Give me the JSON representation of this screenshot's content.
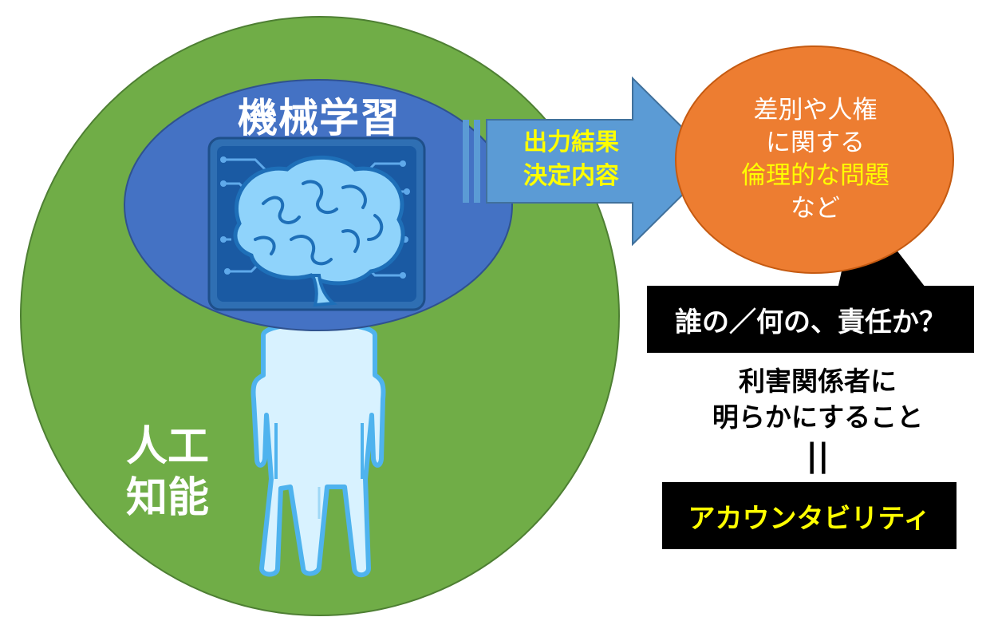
{
  "diagram": {
    "ml_title": "機械学習",
    "ai_label_line1": "人工",
    "ai_label_line2": "知能",
    "arrow_label_line1": "出力結果",
    "arrow_label_line2": "決定内容",
    "ethics_line1": "差別や人権",
    "ethics_line2": "に関する",
    "ethics_line3": "倫理的な問題",
    "ethics_line4": "など",
    "responsibility_question": "誰の／何の、責任か？",
    "stakeholder_line1": "利害関係者に",
    "stakeholder_line2": "明らかにすること",
    "equals_sign": "||",
    "accountability": "アカウンタビリティ"
  },
  "colors": {
    "ai_circle": "#70ad47",
    "ml_ellipse": "#4472c4",
    "arrow": "#5b9bd5",
    "ethics_ellipse": "#ed7d31",
    "highlight_text": "#ffff00",
    "box": "#000000"
  },
  "icons": [
    "brain-icon",
    "circuit-board-icon",
    "human-figure-icon"
  ]
}
